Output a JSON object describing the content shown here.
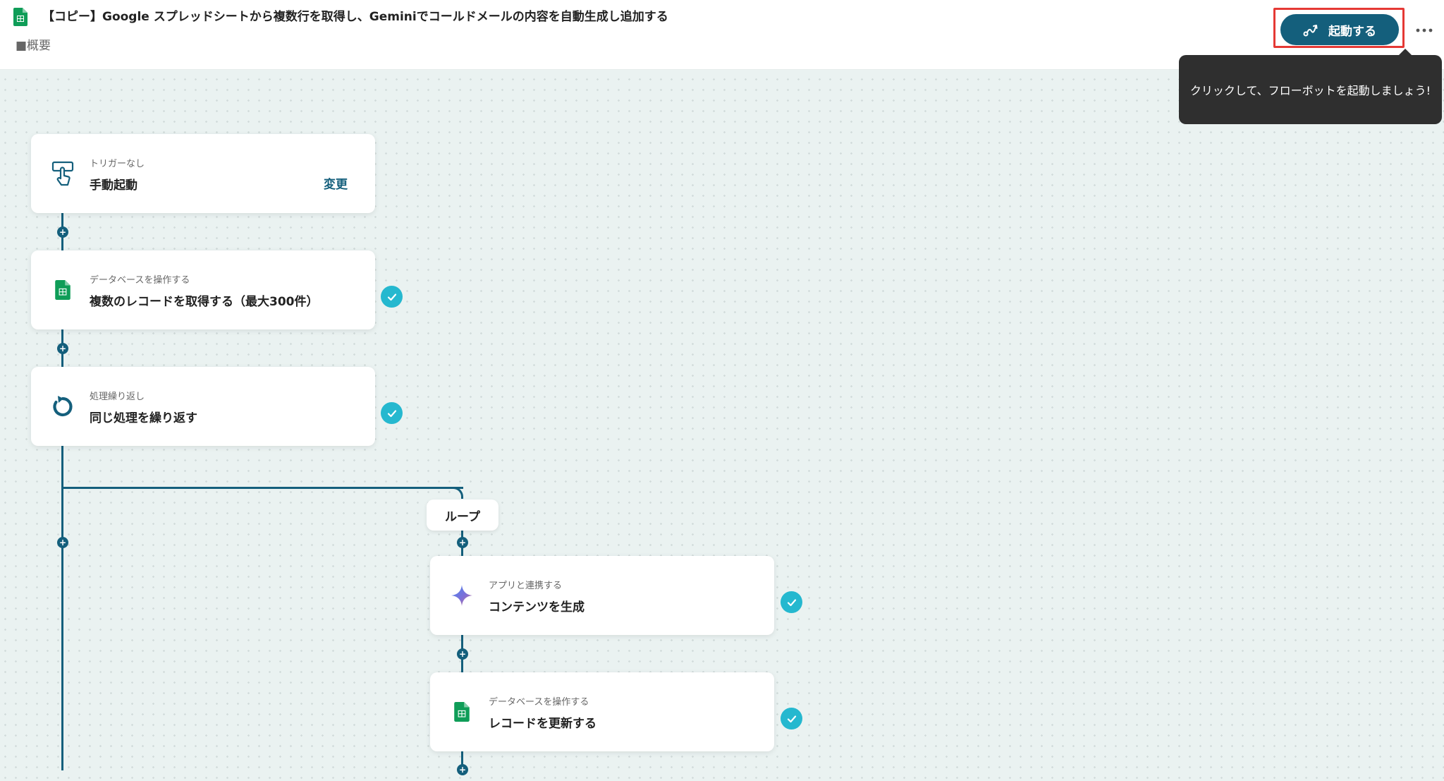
{
  "header": {
    "title": "【コピー】Google スプレッドシートから複数行を取得し、Geminiでコールドメールの内容を自動生成し追加する",
    "subtitle": "■概要",
    "start_button_label": "起動する",
    "tooltip": "クリックして、フローボットを起動しましょう!",
    "app_icon": "google-sheets-icon"
  },
  "flow": {
    "trigger": {
      "category": "トリガーなし",
      "name": "手動起動",
      "change_label": "変更",
      "icon": "manual-trigger-icon"
    },
    "step1": {
      "category": "データベースを操作する",
      "name": "複数のレコードを取得する（最大300件）",
      "icon": "google-sheets-icon",
      "status": "checked"
    },
    "step2": {
      "category": "処理繰り返し",
      "name": "同じ処理を繰り返す",
      "icon": "loop-icon",
      "status": "checked"
    },
    "loop_label": "ループ",
    "step3": {
      "category": "アプリと連携する",
      "name": "コンテンツを生成",
      "icon": "gemini-icon",
      "status": "checked"
    },
    "step4": {
      "category": "データベースを操作する",
      "name": "レコードを更新する",
      "icon": "google-sheets-icon",
      "status": "checked"
    }
  },
  "colors": {
    "primary": "#145f7c",
    "check": "#25b8cf",
    "highlight": "#e53935",
    "sheets_green": "#0f9d58",
    "canvas": "#eaf2f1"
  }
}
